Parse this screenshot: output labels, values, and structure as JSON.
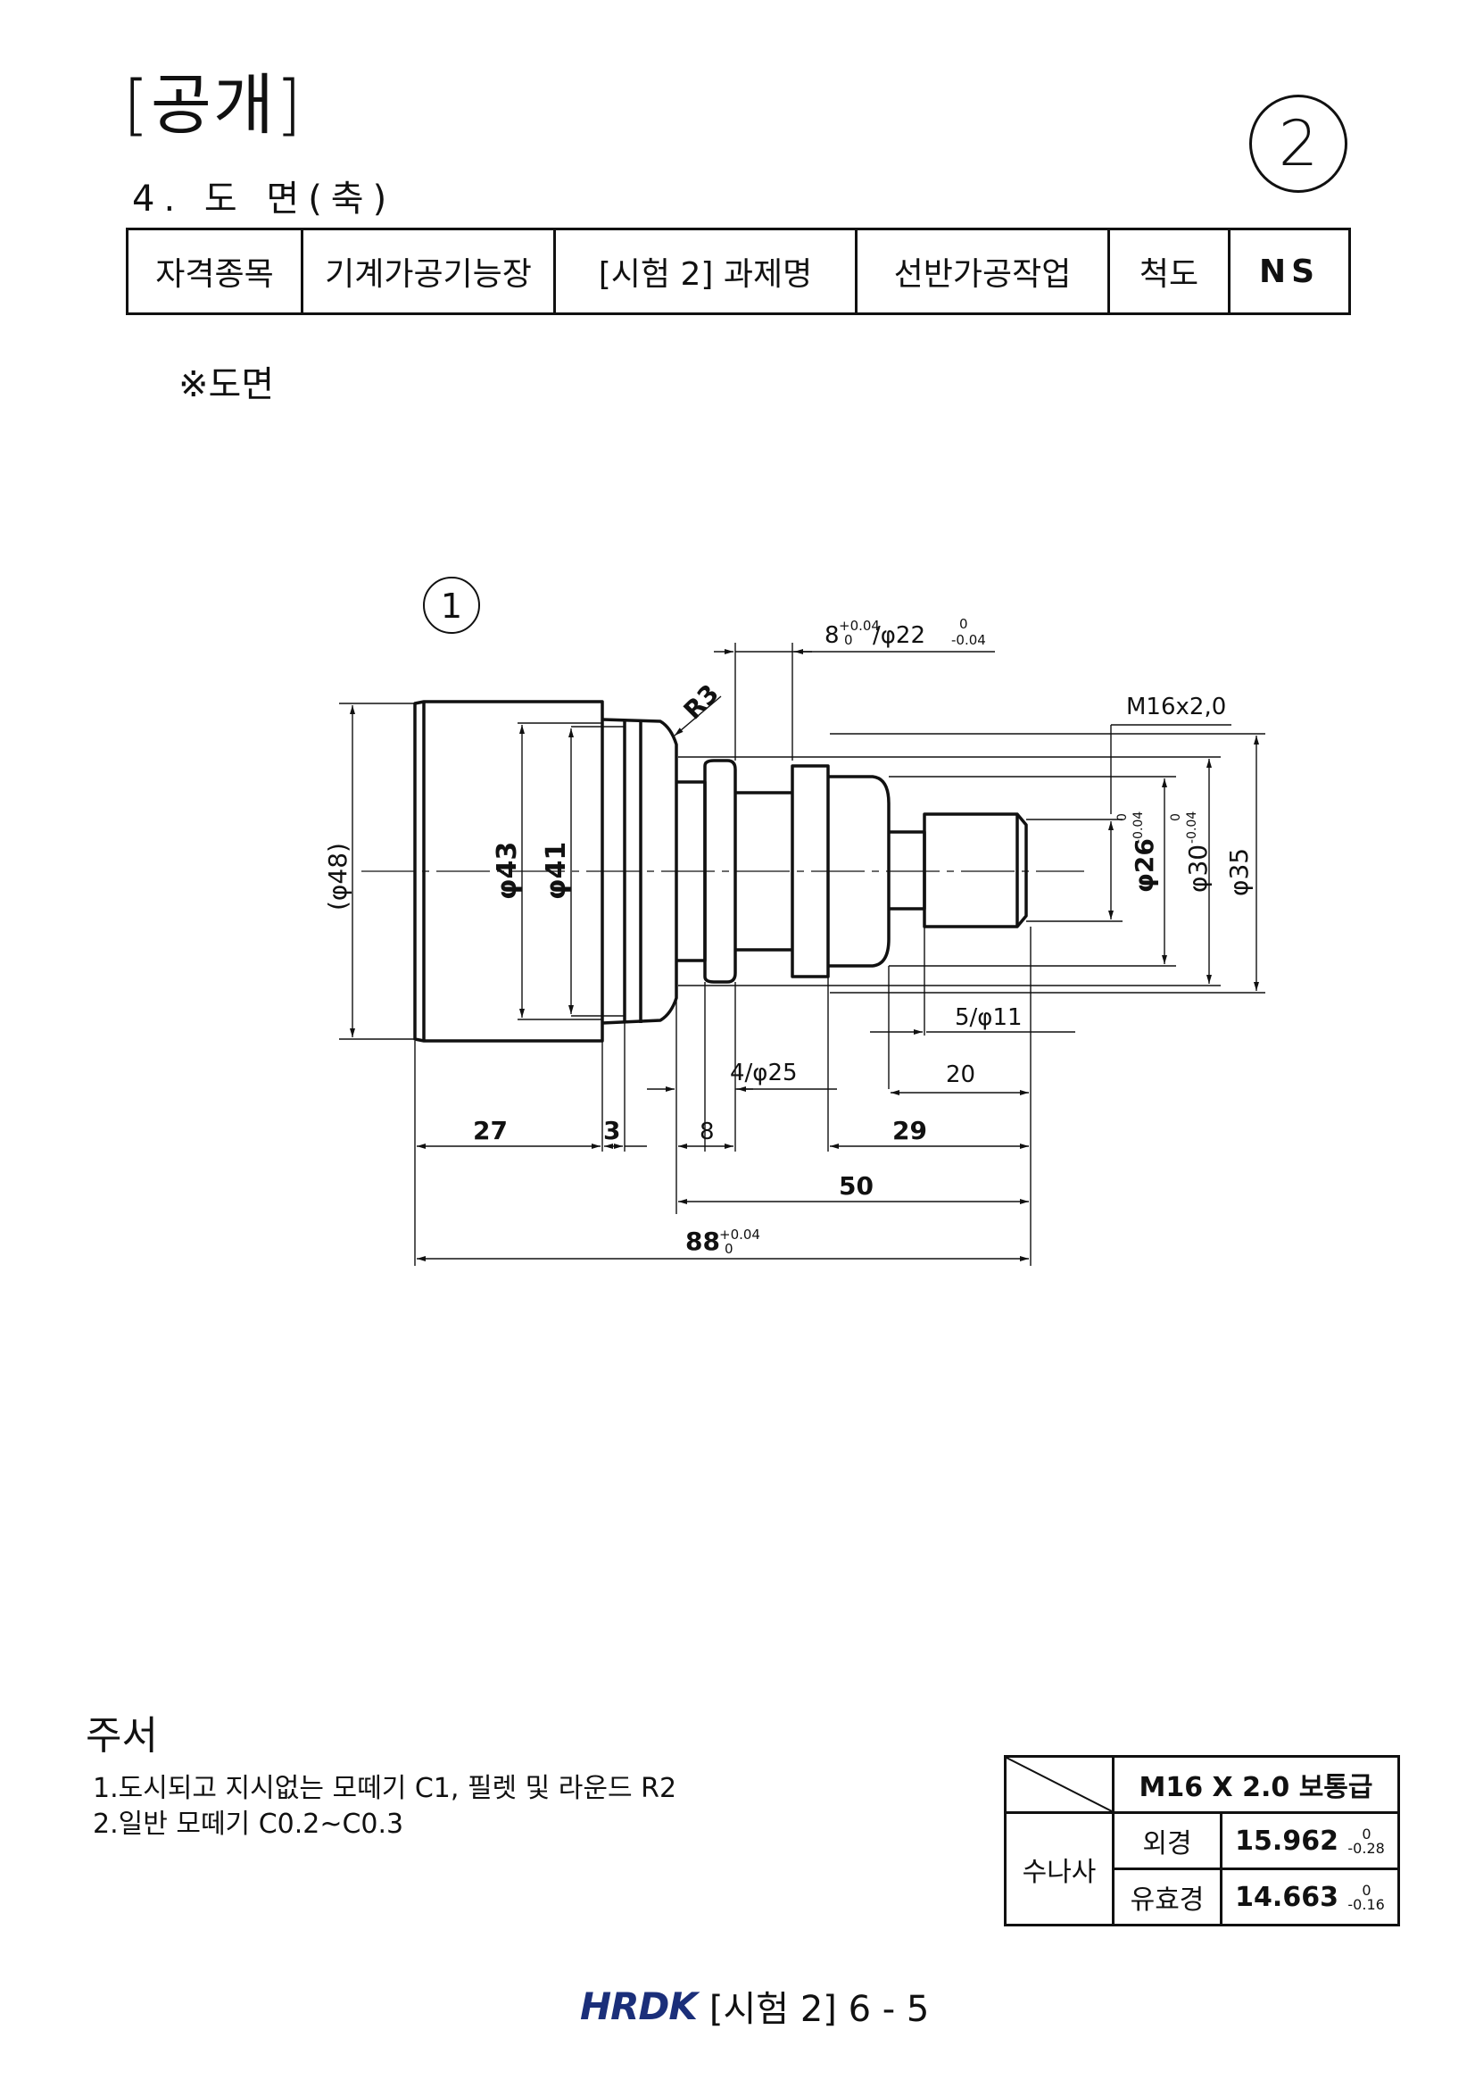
{
  "header": {
    "title": "[공개]",
    "circle_number": "2",
    "subtitle": "4. 도 면(축)"
  },
  "info_table": {
    "cells": [
      "자격종목",
      "기계가공기능장",
      "[시험 2] 과제명",
      "선반가공작업",
      "척도",
      "NS"
    ]
  },
  "drawing_note": "※도면",
  "drawing": {
    "part_number": "1",
    "dims": {
      "groove_top": "8",
      "groove_top_tol_upper": "+0.04",
      "groove_top_tol_lower": "0",
      "groove_top_dia": "/φ22",
      "groove_top_dia_tol_upper": "0",
      "groove_top_dia_tol_lower": "-0.04",
      "radius": "R3",
      "thread": "M16x2,0",
      "d48": "(φ48)",
      "d43": "φ43",
      "d41": "φ41",
      "d26": "φ26",
      "d26_tol_upper": "0",
      "d26_tol_lower": "-0.04",
      "d30": "φ30",
      "d30_tol_upper": "0",
      "d30_tol_lower": "-0.04",
      "d35": "φ35",
      "g5_11": "5/φ11",
      "g4_25": "4/φ25",
      "l20": "20",
      "l27": "27",
      "l3": "3",
      "l8": "8",
      "l29": "29",
      "l50": "50",
      "l88": "88",
      "l88_tol_upper": "+0.04",
      "l88_tol_lower": "0"
    }
  },
  "notes": {
    "title": "주서",
    "items": [
      "1.도시되고 지시없는 모떼기 C1, 필렛 및 라운드 R2",
      "2.일반 모떼기 C0.2~C0.3"
    ]
  },
  "thread_table": {
    "header": "M16 X 2.0 보통급",
    "row_label": "수나사",
    "rows": [
      {
        "name": "외경",
        "value": "15.962",
        "tol_upper": "0",
        "tol_lower": "-0.28"
      },
      {
        "name": "유효경",
        "value": "14.663",
        "tol_upper": "0",
        "tol_lower": "-0.16"
      }
    ]
  },
  "footer": {
    "logo": "HRDK",
    "text": "[시험 2] 6 - 5"
  }
}
